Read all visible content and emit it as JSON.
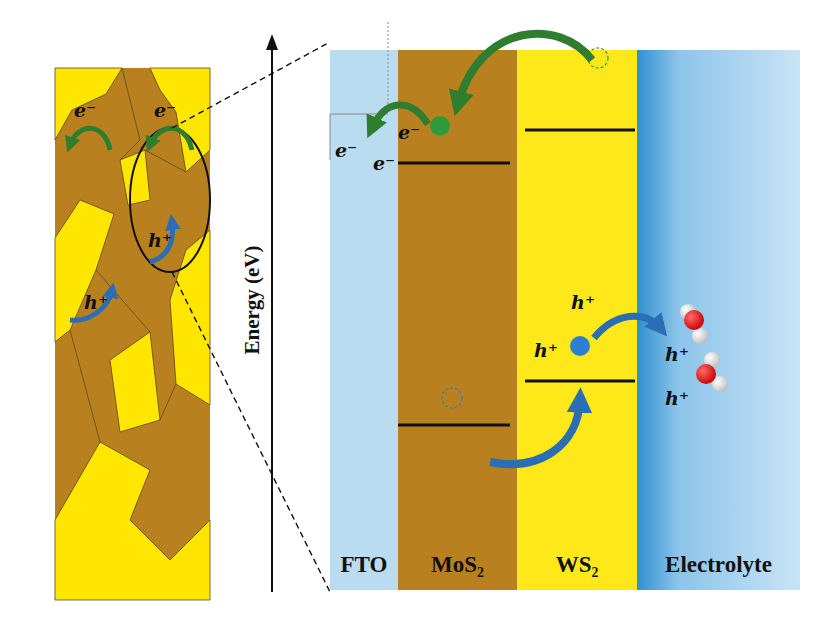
{
  "diagram": {
    "nodes": [
      {
        "text": [
          "FTO"
        ]
      },
      {
        "text": [
          "MoS₂"
        ]
      },
      {
        "text": [
          "WS₂"
        ]
      },
      {
        "text": [
          "Electrolyte"
        ]
      }
    ],
    "labels": [
      "e⁻",
      "e⁻",
      "h⁺",
      "h⁺",
      "Energy (eV)",
      "e⁻",
      "e⁻",
      "e⁻",
      "h⁺",
      "h⁺",
      "h⁺",
      "h⁺"
    ]
  }
}
